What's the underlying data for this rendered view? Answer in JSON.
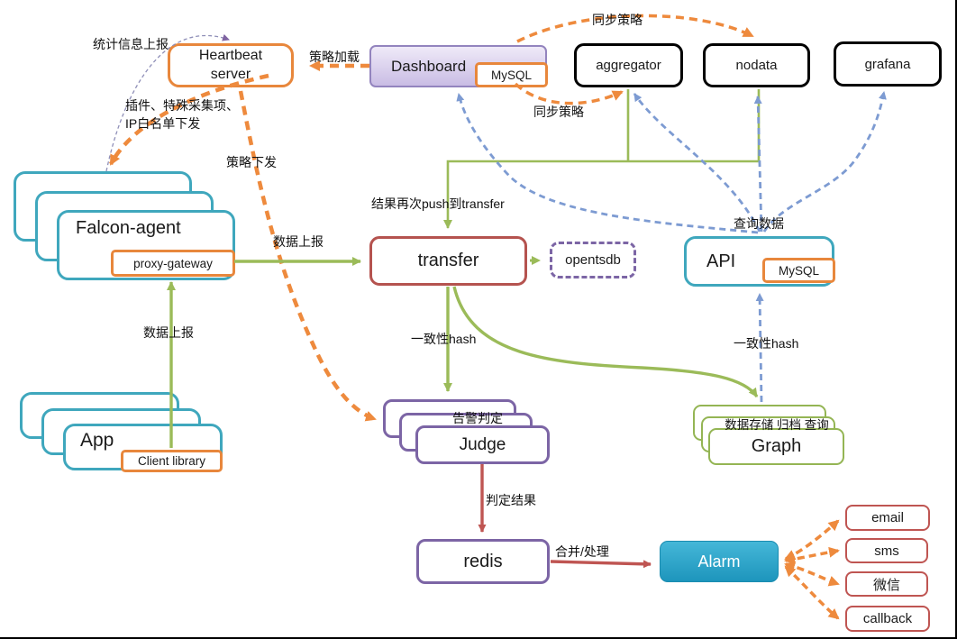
{
  "nodes": {
    "heartbeat": {
      "label": "Heartbeat server"
    },
    "dashboard": {
      "label": "Dashboard",
      "db": "MySQL"
    },
    "aggregator": {
      "label": "aggregator"
    },
    "nodata": {
      "label": "nodata"
    },
    "grafana": {
      "label": "grafana"
    },
    "falcon_agent": {
      "label": "Falcon-agent",
      "gateway": "proxy-gateway"
    },
    "app": {
      "label": "App",
      "lib": "Client library"
    },
    "transfer": {
      "label": "transfer"
    },
    "opentsdb": {
      "label": "opentsdb"
    },
    "api": {
      "label": "API",
      "db": "MySQL"
    },
    "judge": {
      "label": "Judge",
      "note": "告警判定"
    },
    "graph": {
      "label": "Graph",
      "note": "数据存储 归档 查询"
    },
    "redis": {
      "label": "redis"
    },
    "alarm": {
      "label": "Alarm"
    },
    "email": {
      "label": "email"
    },
    "sms": {
      "label": "sms"
    },
    "wechat": {
      "label": "微信"
    },
    "callback": {
      "label": "callback"
    }
  },
  "edge_labels": {
    "stats_report": "统计信息上报",
    "policy_load": "策略加载",
    "sync_policy_top": "同步策略",
    "sync_policy_bottom": "同步策略",
    "plugin_dispatch": "插件、特殊采集项、IP白名单下发",
    "policy_dispatch": "策略下发",
    "data_report_agent": "数据上报",
    "data_report_app": "数据上报",
    "push_to_transfer": "结果再次push到transfer",
    "query_data": "查询数据",
    "consistent_hash_judge": "一致性hash",
    "consistent_hash_graph": "一致性hash",
    "judge_result": "判定结果",
    "merge_process": "合并/处理"
  },
  "colors": {
    "orange": "#E8873C",
    "teal": "#3FA7BD",
    "red": "#BF5552",
    "purple": "#7C65A5",
    "green": "#9BBB59",
    "blue": "#7D9BD2",
    "dashboard_fill": "#D5C9EA",
    "alarm_fill": "#28A3C7",
    "black": "#000000"
  }
}
